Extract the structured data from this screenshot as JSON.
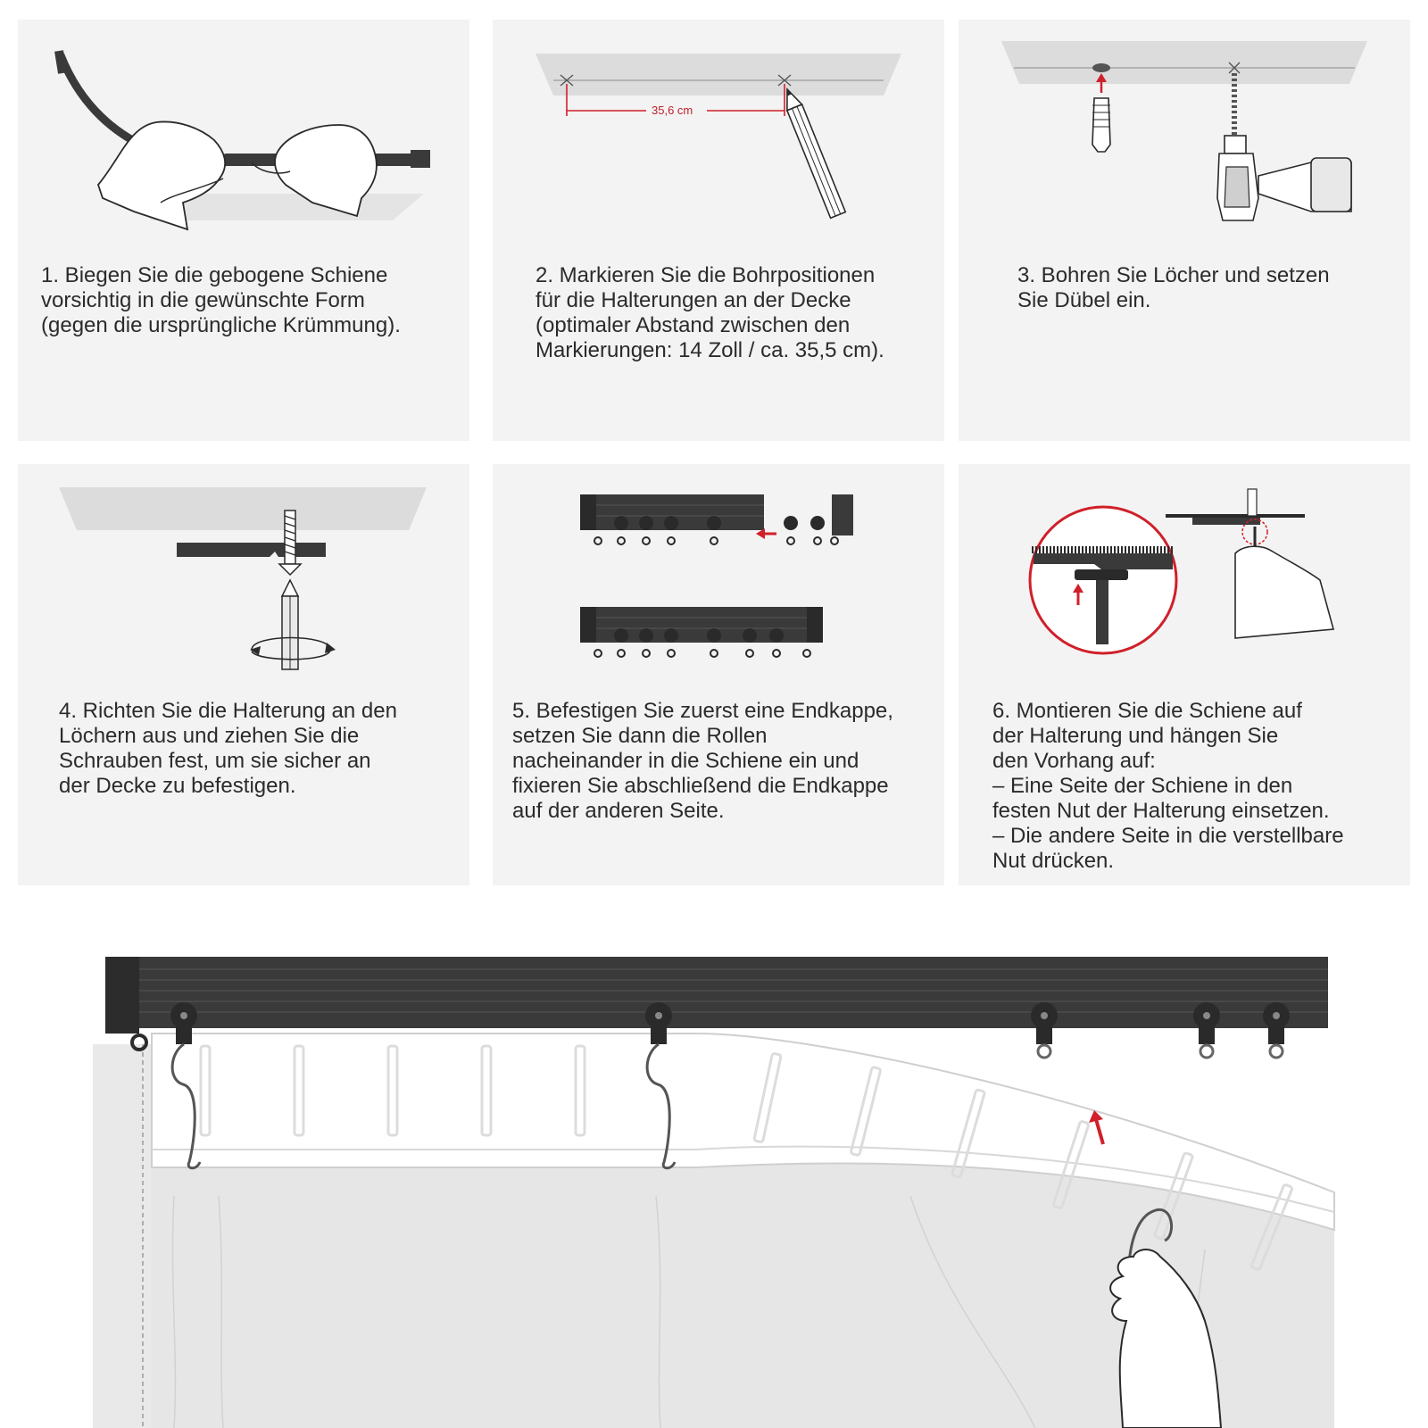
{
  "steps": [
    {
      "id": 1,
      "text": "1. Biegen Sie die gebogene Schiene\nvorsichtig in die gewünschte Form\n(gegen die ursprüngliche Krümmung)."
    },
    {
      "id": 2,
      "text": "2. Markieren Sie die Bohrpositionen\nfür die Halterungen an der Decke\n(optimaler Abstand zwischen den\nMarkierungen: 14 Zoll / ca. 35,5 cm)."
    },
    {
      "id": 3,
      "text": "3. Bohren Sie Löcher und setzen\nSie Dübel ein."
    },
    {
      "id": 4,
      "text": "4. Richten Sie die Halterung an den\nLöchern aus und ziehen Sie die\nSchrauben fest, um sie sicher an\nder Decke zu befestigen."
    },
    {
      "id": 5,
      "text": "5. Befestigen Sie zuerst eine Endkappe,\nsetzen Sie dann die Rollen\nnacheinander in die Schiene ein und\nfixieren Sie abschließend die Endkappe\nauf der anderen Seite."
    },
    {
      "id": 6,
      "text": "6. Montieren Sie die Schiene auf\nder Halterung und hängen Sie\nden Vorhang auf:\n– Eine Seite der Schiene in den\nfesten Nut der Halterung einsetzen.\n– Die andere Seite in die verstellbare\nNut drücken."
    }
  ],
  "measure_label": "35,6 cm",
  "colors": {
    "panel_bg": "#f3f3f3",
    "rail": "#3a3a3a",
    "accent_red": "#d0202a",
    "ceiling": "#dcdcdc"
  }
}
